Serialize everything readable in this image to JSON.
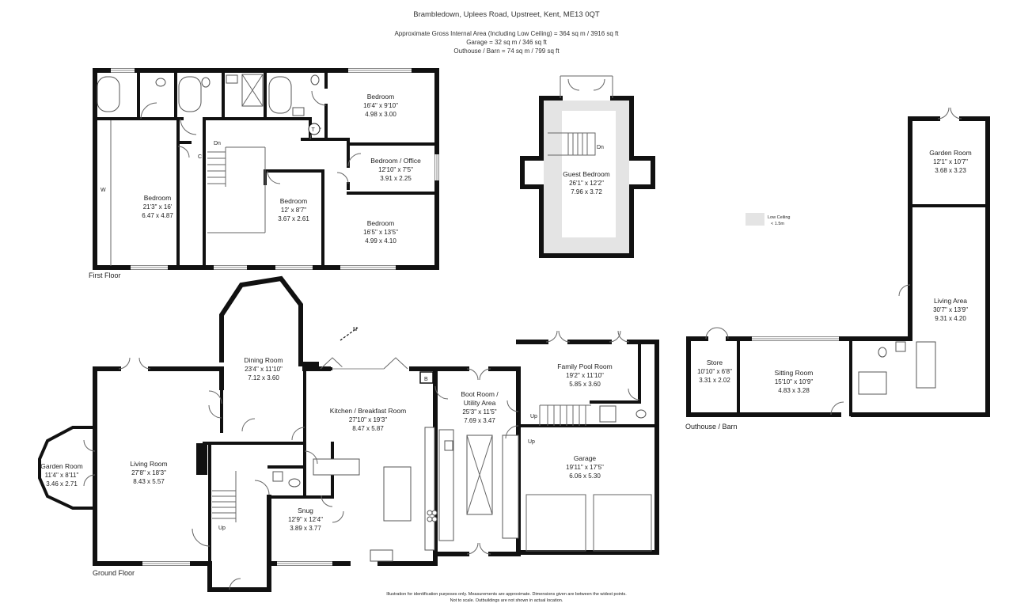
{
  "header": {
    "address": "Brambledown, Uplees Road, Upstreet, Kent, ME13 0QT",
    "gia": "Approximate Gross Internal Area (Including Low Ceiling) =  364 sq m / 3916 sq ft",
    "garage": "Garage = 32 sq m / 346 sq ft",
    "outhouse": "Outhouse / Barn = 74 sq m / 799 sq ft"
  },
  "floors": {
    "first": "First Floor",
    "ground": "Ground Floor",
    "outhouse": "Outhouse / Barn"
  },
  "rooms": {
    "ff_bedroom1": {
      "name": "Bedroom",
      "imp": "21'3\" x 16'",
      "met": "6.47 x 4.87"
    },
    "ff_bedroom2": {
      "name": "Bedroom",
      "imp": "16'4\" x 9'10\"",
      "met": "4.98 x 3.00"
    },
    "ff_office": {
      "name": "Bedroom / Office",
      "imp": "12'10\" x 7'5\"",
      "met": "3.91 x 2.25"
    },
    "ff_bedroom3": {
      "name": "Bedroom",
      "imp": "12' x 8'7\"",
      "met": "3.67 x 2.61"
    },
    "ff_bedroom4": {
      "name": "Bedroom",
      "imp": "16'5\" x 13'5\"",
      "met": "4.99 x 4.10"
    },
    "guest": {
      "name": "Guest Bedroom",
      "imp": "26'1\" x 12'2\"",
      "met": "7.96 x 3.72"
    },
    "garden_room_barn": {
      "name": "Garden Room",
      "imp": "12'1\" x 10'7\"",
      "met": "3.68 x 3.23"
    },
    "living_area": {
      "name": "Living Area",
      "imp": "30'7\" x 13'9\"",
      "met": "9.31 x 4.20"
    },
    "store": {
      "name": "Store",
      "imp": "10'10\" x 6'8\"",
      "met": "3.31 x 2.02"
    },
    "sitting": {
      "name": "Sitting Room",
      "imp": "15'10\" x 10'9\"",
      "met": "4.83 x 3.28"
    },
    "dining": {
      "name": "Dining Room",
      "imp": "23'4\" x 11'10\"",
      "met": "7.12 x 3.60"
    },
    "kitchen": {
      "name": "Kitchen / Breakfast Room",
      "imp": "27'10\" x 19'3\"",
      "met": "8.47 x 5.87"
    },
    "boot1": {
      "name": "Boot Room /",
      "imp": "25'3\" x 11'5\"",
      "met": "7.69 x 3.47"
    },
    "boot2": {
      "name": "Utility Area"
    },
    "pool": {
      "name": "Family Pool Room",
      "imp": "19'2\" x 11'10\"",
      "met": "5.85 x 3.60"
    },
    "garage": {
      "name": "Garage",
      "imp": "19'11\" x 17'5\"",
      "met": "6.06 x 5.30"
    },
    "living_room": {
      "name": "Living Room",
      "imp": "27'8\" x 18'3\"",
      "met": "8.43 x 5.57"
    },
    "garden_room_gf": {
      "name": "Garden Room",
      "imp": "11'4\" x 8'11\"",
      "met": "3.46 x 2.71"
    },
    "snug": {
      "name": "Snug",
      "imp": "12'9\" x 12'4\"",
      "met": "3.89 x 3.77"
    }
  },
  "markers": {
    "dn": "Dn",
    "up": "Up",
    "w": "W",
    "c": "C",
    "t": "T",
    "b": "B",
    "n": "N"
  },
  "legend": {
    "low1": "Low Ceiling",
    "low2": "< 1.5m",
    "low_color": "#e4e4e4"
  },
  "footer": {
    "line1": "Illustration for identification purposes only.  Measurements are approximate. Dimensions given are between the widest points.",
    "line2": "Not to scale.  Outbuildings are not shown in actual location."
  }
}
